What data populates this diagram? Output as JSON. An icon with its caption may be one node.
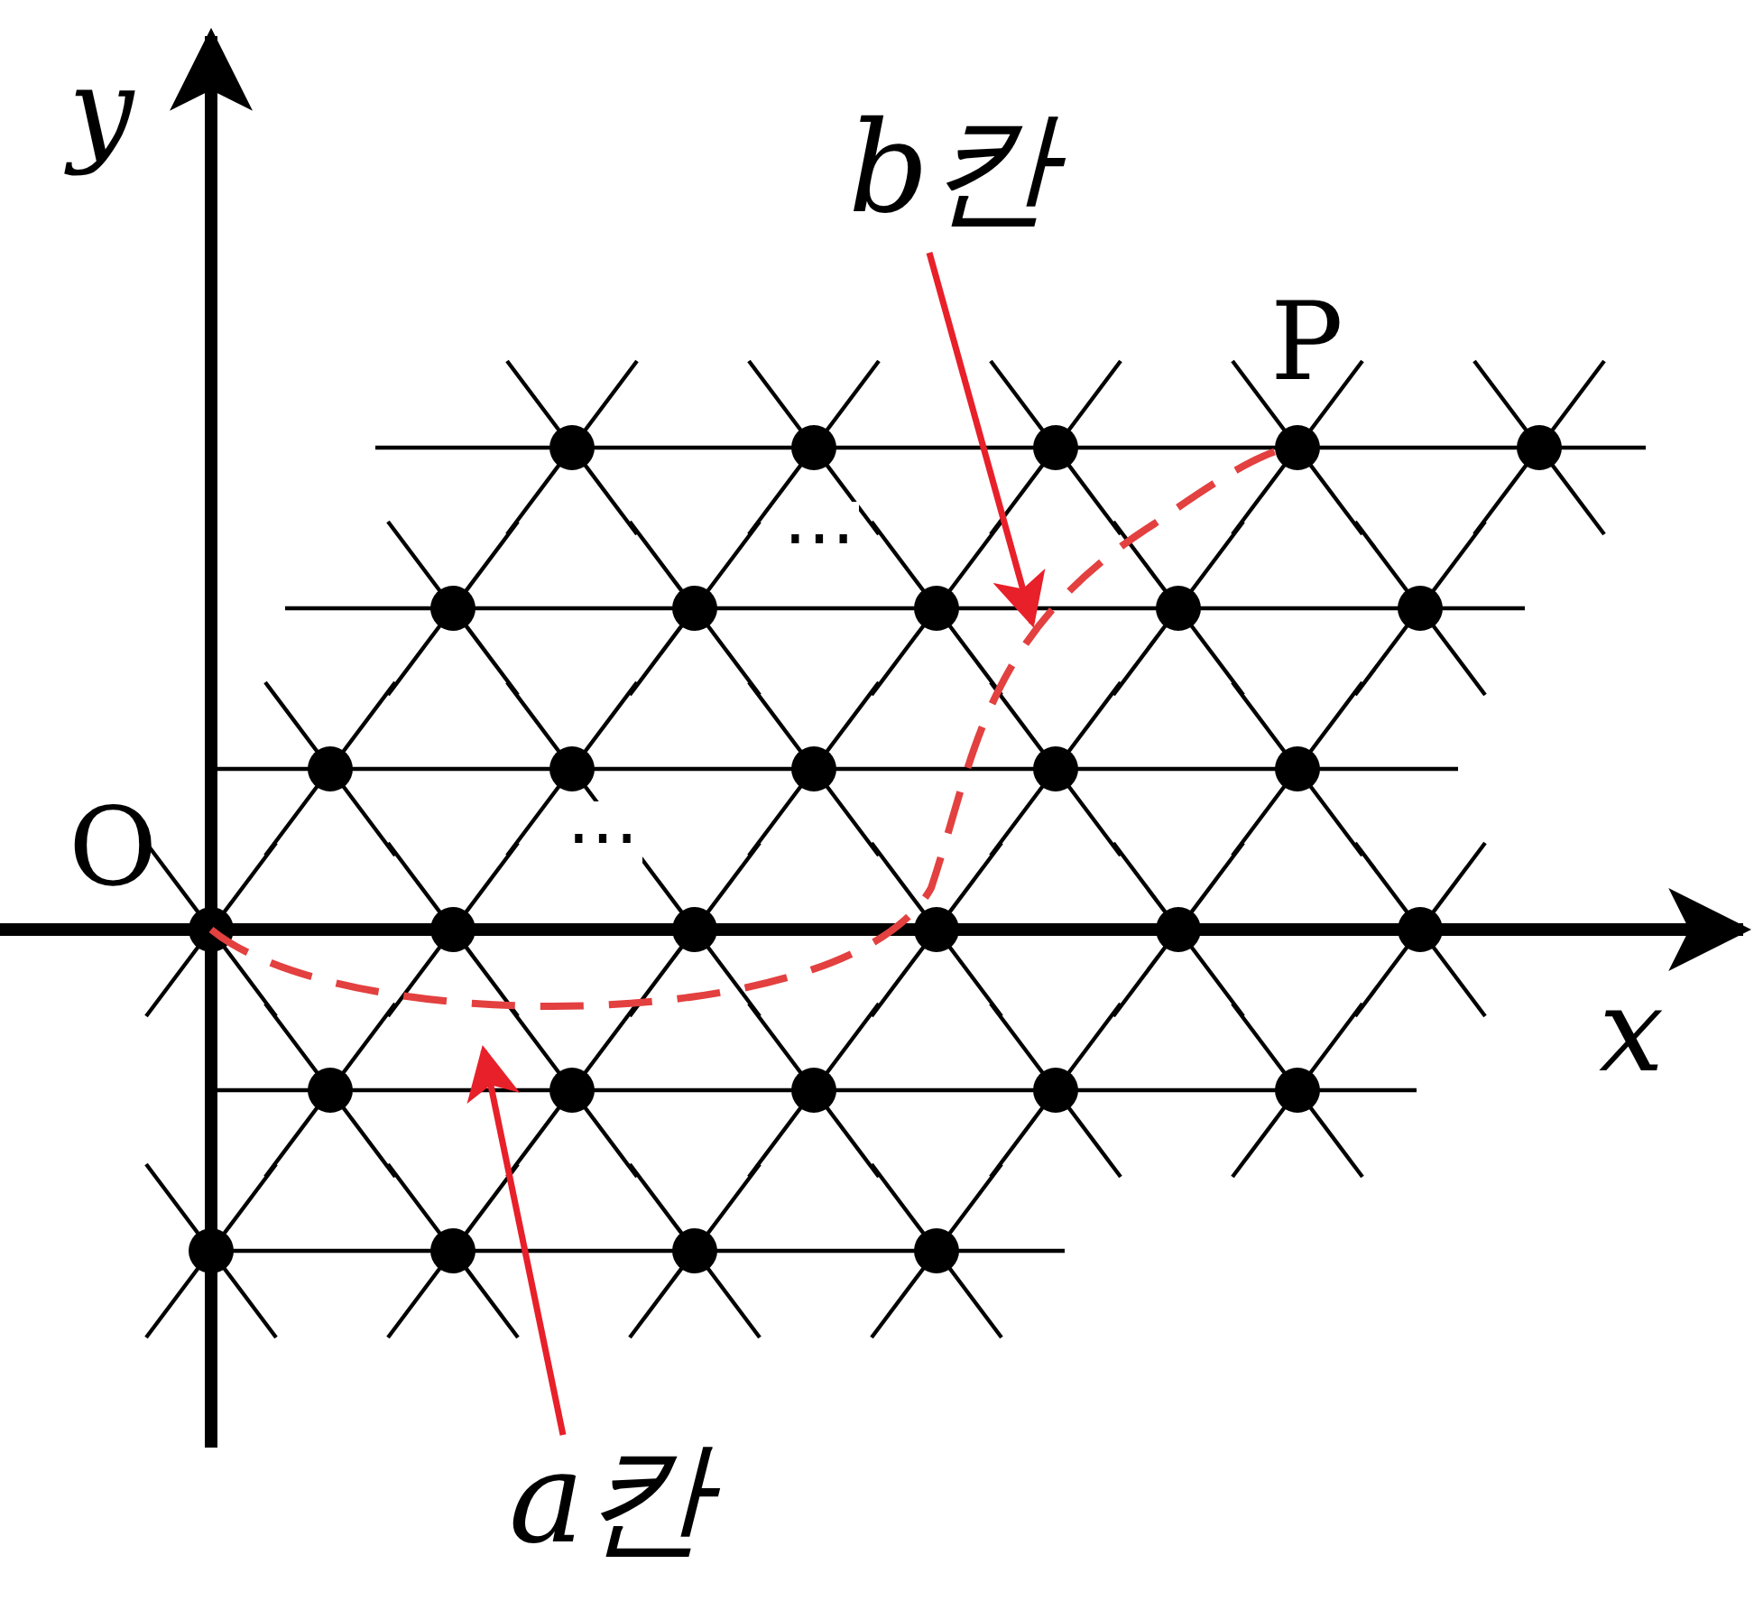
{
  "diagram": {
    "nodes": [
      {
        "text": [
          "b칸"
        ]
      },
      {
        "text": [
          "a칸"
        ]
      }
    ],
    "edges": [
      {
        "from": 0,
        "to": null,
        "arrow": "to",
        "color": "#e8202a"
      },
      {
        "from": 1,
        "to": null,
        "arrow": "to",
        "color": "#e8202a"
      }
    ],
    "labels": [
      "y",
      "P",
      "⋯",
      "O",
      "⋯",
      "x"
    ]
  }
}
